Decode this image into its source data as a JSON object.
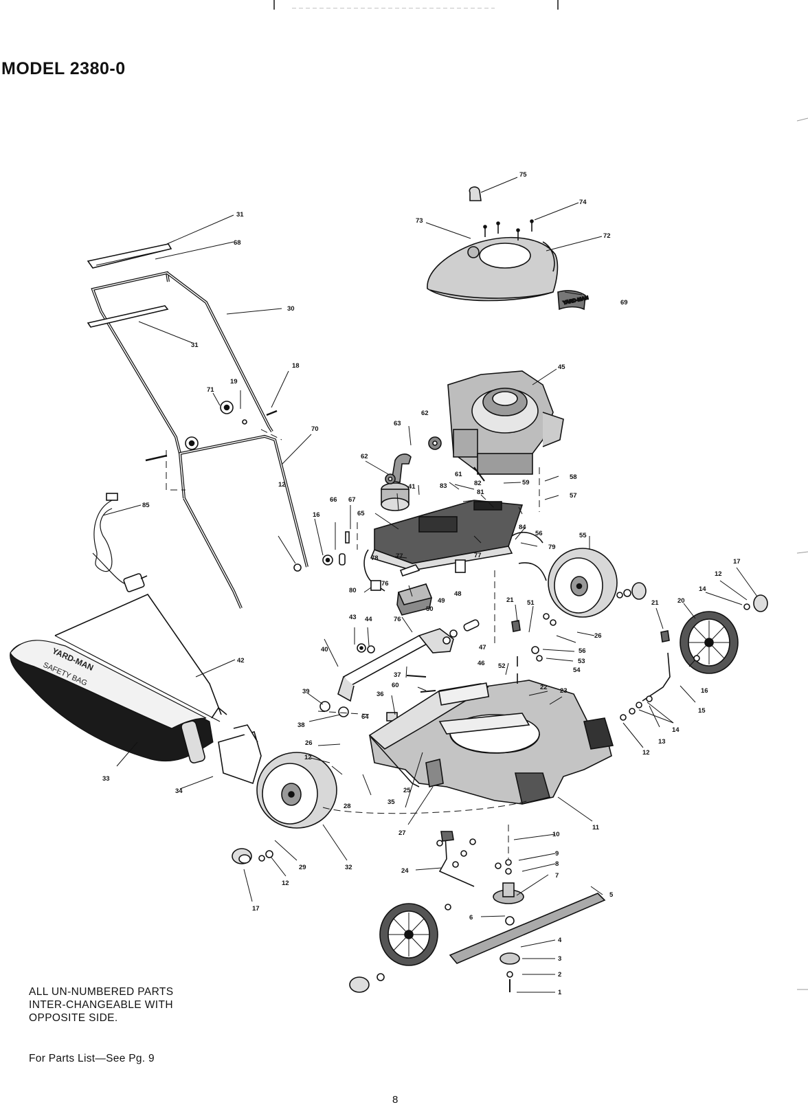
{
  "document": {
    "model_title": "MODEL 2380-0",
    "interchange_note": [
      "ALL UN-NUMBERED PARTS",
      "INTER-CHANGEABLE WITH",
      "OPPOSITE SIDE."
    ],
    "parts_list_reference": "For Parts List—See Pg. 9",
    "page_number": "8"
  },
  "diagram": {
    "callouts": [
      "1",
      "2",
      "3",
      "4",
      "5",
      "6",
      "7",
      "8",
      "9",
      "10",
      "11",
      "12",
      "13",
      "14",
      "15",
      "16",
      "17",
      "18",
      "19",
      "20",
      "21",
      "22",
      "23",
      "24",
      "25",
      "26",
      "27",
      "28",
      "29",
      "30",
      "31",
      "32",
      "33",
      "34",
      "35",
      "36",
      "37",
      "38",
      "39",
      "40",
      "41",
      "42",
      "43",
      "44",
      "45",
      "46",
      "47",
      "48",
      "49",
      "50",
      "51",
      "52",
      "53",
      "54",
      "55",
      "56",
      "57",
      "58",
      "59",
      "60",
      "61",
      "62",
      "63",
      "64",
      "65",
      "66",
      "67",
      "69",
      "70",
      "71",
      "72",
      "73",
      "74",
      "75",
      "76",
      "77",
      "78",
      "79",
      "80",
      "81",
      "82",
      "83",
      "84",
      "85"
    ],
    "bag_lettering": [
      "YARD-MAN",
      "SAFETY BAG"
    ],
    "cover_decal": "YARD-MAN"
  }
}
